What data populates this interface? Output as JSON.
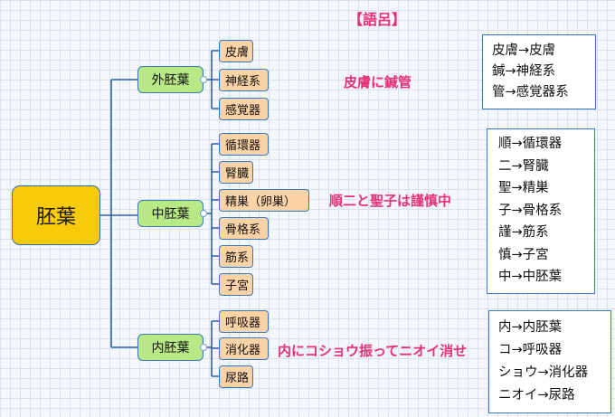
{
  "title": "【語呂】",
  "root": "胚葉",
  "groups": [
    {
      "name": "外胚葉",
      "leaves": [
        "皮膚",
        "神経系",
        "感覚器"
      ],
      "mnemonic": "皮膚に鍼管",
      "mapping": [
        "皮膚→皮膚",
        "鍼→神経系",
        "管→感覚器系"
      ]
    },
    {
      "name": "中胚葉",
      "leaves": [
        "循環器",
        "腎臓",
        "精巣（卵巣）",
        "骨格系",
        "筋系",
        "子宮"
      ],
      "mnemonic": "順二と聖子は謹慎中",
      "mapping": [
        "順→循環器",
        "二→腎臓",
        "聖→精巣",
        "子→骨格系",
        "謹→筋系",
        "慎→子宮",
        "中→中胚葉"
      ]
    },
    {
      "name": "内胚葉",
      "leaves": [
        "呼吸器",
        "消化器",
        "尿路"
      ],
      "mnemonic": "内にコショウ振ってニオイ消せ",
      "mapping": [
        "内→内胚葉",
        "コ→呼吸器",
        "ショウ→消化器",
        "ニオイ→尿路"
      ]
    }
  ],
  "colors": {
    "root_fill": "#f8cb0a",
    "group_fill": "#b9e886",
    "leaf_fill": "#fcd3a7",
    "connector": "#2a5fa8",
    "mnemonic_text": "#e8307a"
  }
}
